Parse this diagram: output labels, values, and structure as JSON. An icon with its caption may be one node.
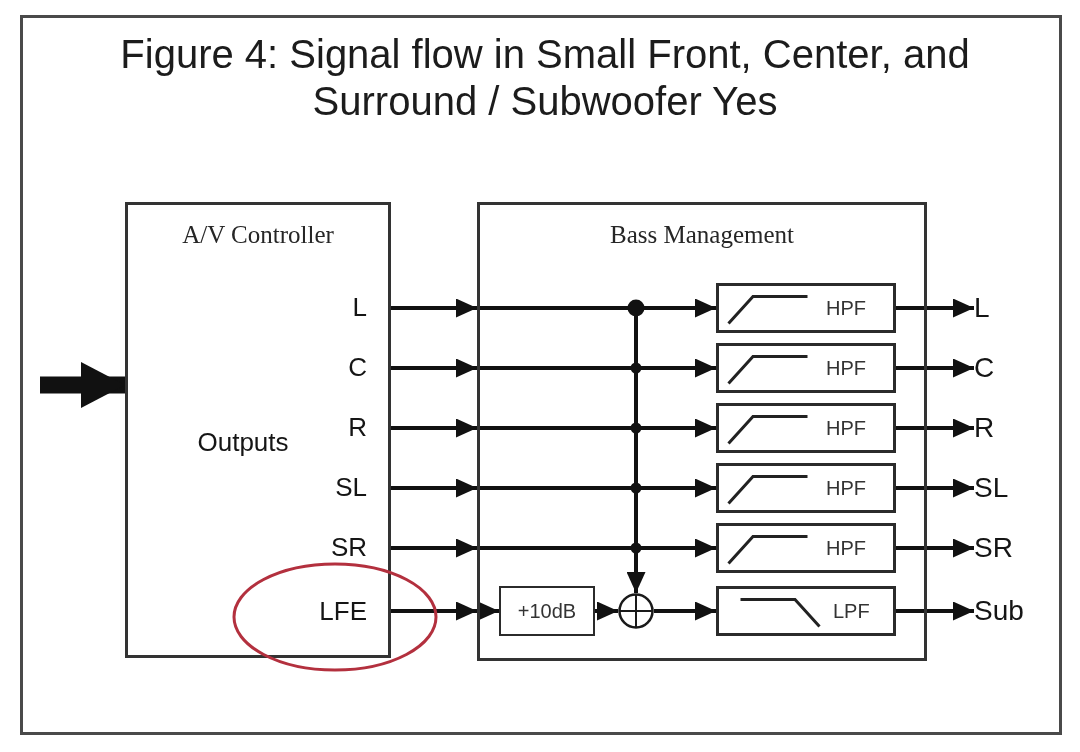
{
  "diagram": {
    "title": "Figure 4: Signal flow in Small Front, Center, and Surround / Subwoofer Yes",
    "nodes": [
      {
        "text": [
          "A/V Controller",
          "Outputs",
          "L",
          "C",
          "R",
          "SL",
          "SR",
          "LFE"
        ]
      },
      {
        "text": [
          "Bass Management"
        ]
      },
      {
        "text": [
          "HPF"
        ],
        "in": 1
      },
      {
        "text": [
          "HPF"
        ],
        "in": 1
      },
      {
        "text": [
          "HPF"
        ],
        "in": 1
      },
      {
        "text": [
          "HPF"
        ],
        "in": 1
      },
      {
        "text": [
          "HPF"
        ],
        "in": 1
      },
      {
        "text": [
          "+10dB"
        ],
        "in": 1
      },
      {
        "text": [],
        "shape": "circle",
        "in": 1
      },
      {
        "text": [
          "LPF"
        ],
        "in": 1
      },
      {
        "text": [
          "L"
        ]
      },
      {
        "text": [
          "C"
        ]
      },
      {
        "text": [
          "R"
        ]
      },
      {
        "text": [
          "SL"
        ]
      },
      {
        "text": [
          "SR"
        ]
      },
      {
        "text": [
          "Sub"
        ]
      }
    ],
    "edges": [
      {
        "from": null,
        "to": 0,
        "arrow": "to",
        "style": "thick"
      },
      {
        "from": 0,
        "to": 2,
        "arrow": "to"
      },
      {
        "from": 0,
        "to": 3,
        "arrow": "to"
      },
      {
        "from": 0,
        "to": 4,
        "arrow": "to"
      },
      {
        "from": 0,
        "to": 5,
        "arrow": "to"
      },
      {
        "from": 0,
        "to": 6,
        "arrow": "to"
      },
      {
        "from": 0,
        "to": 8,
        "arrow": "to"
      },
      {
        "from": 0,
        "to": 7,
        "arrow": "to"
      },
      {
        "from": 7,
        "to": 8,
        "arrow": "to"
      },
      {
        "from": 8,
        "to": 9,
        "arrow": "to"
      },
      {
        "from": 2,
        "to": 10,
        "arrow": "to"
      },
      {
        "from": 3,
        "to": 11,
        "arrow": "to"
      },
      {
        "from": 4,
        "to": 12,
        "arrow": "to"
      },
      {
        "from": 5,
        "to": 13,
        "arrow": "to"
      },
      {
        "from": 6,
        "to": 14,
        "arrow": "to"
      },
      {
        "from": 9,
        "to": 15,
        "arrow": "to"
      }
    ]
  }
}
